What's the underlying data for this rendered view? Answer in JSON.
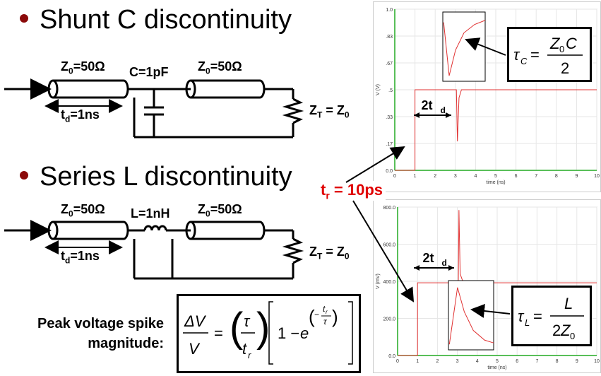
{
  "shunt": {
    "bullet": "Shunt C discontinuity",
    "z0_left": "Z",
    "z0_left_sub": "0",
    "z0_left_val": "=50Ω",
    "component": "C=1pF",
    "z0_right": "Z",
    "z0_right_sub": "0",
    "z0_right_val": "=50Ω",
    "td": "t",
    "td_sub": "d",
    "td_val": "=1ns",
    "zt": "Z",
    "zt_sub": "T",
    "zt_val": " = Z",
    "zt_sub2": "0"
  },
  "series": {
    "bullet": "Series L discontinuity",
    "z0_left": "Z",
    "z0_left_sub": "0",
    "z0_left_val": "=50Ω",
    "component": "L=1nH",
    "z0_right": "Z",
    "z0_right_sub": "0",
    "z0_right_val": "=50Ω",
    "td": "t",
    "td_sub": "d",
    "td_val": "=1ns",
    "zt": "Z",
    "zt_sub": "T",
    "zt_val": " = Z",
    "zt_sub2": "0"
  },
  "rise": {
    "t": "t",
    "sub": "r",
    "val": " = 10ps"
  },
  "peak_label_line1": "Peak voltage spike",
  "peak_label_line2": "magnitude:",
  "plot1": {
    "ylabel": "V (V)",
    "xlabel": "time (ns)",
    "yticks": [
      "1.0",
      ".83",
      ".67",
      ".5",
      ".33",
      ".17",
      "0.0"
    ],
    "xticks": [
      "0",
      "1",
      "2",
      "3",
      "4",
      "5",
      "6",
      "7",
      "8",
      "9",
      "10"
    ],
    "annot": "2t",
    "annot_sub": "d"
  },
  "plot2": {
    "ylabel": "V (mV)",
    "xlabel": "time (ns)",
    "yticks": [
      "800.0",
      "600.0",
      "400.0",
      "200.0",
      "0.0"
    ],
    "xticks": [
      "0",
      "1",
      "2",
      "3",
      "4",
      "5",
      "6",
      "7",
      "8",
      "9",
      "10"
    ],
    "annot": "2t",
    "annot_sub": "d"
  },
  "colors": {
    "bullet": "#8b0a0a",
    "trace": "#e03030",
    "axis_green": "#22aa22",
    "rise": "#e00000"
  }
}
